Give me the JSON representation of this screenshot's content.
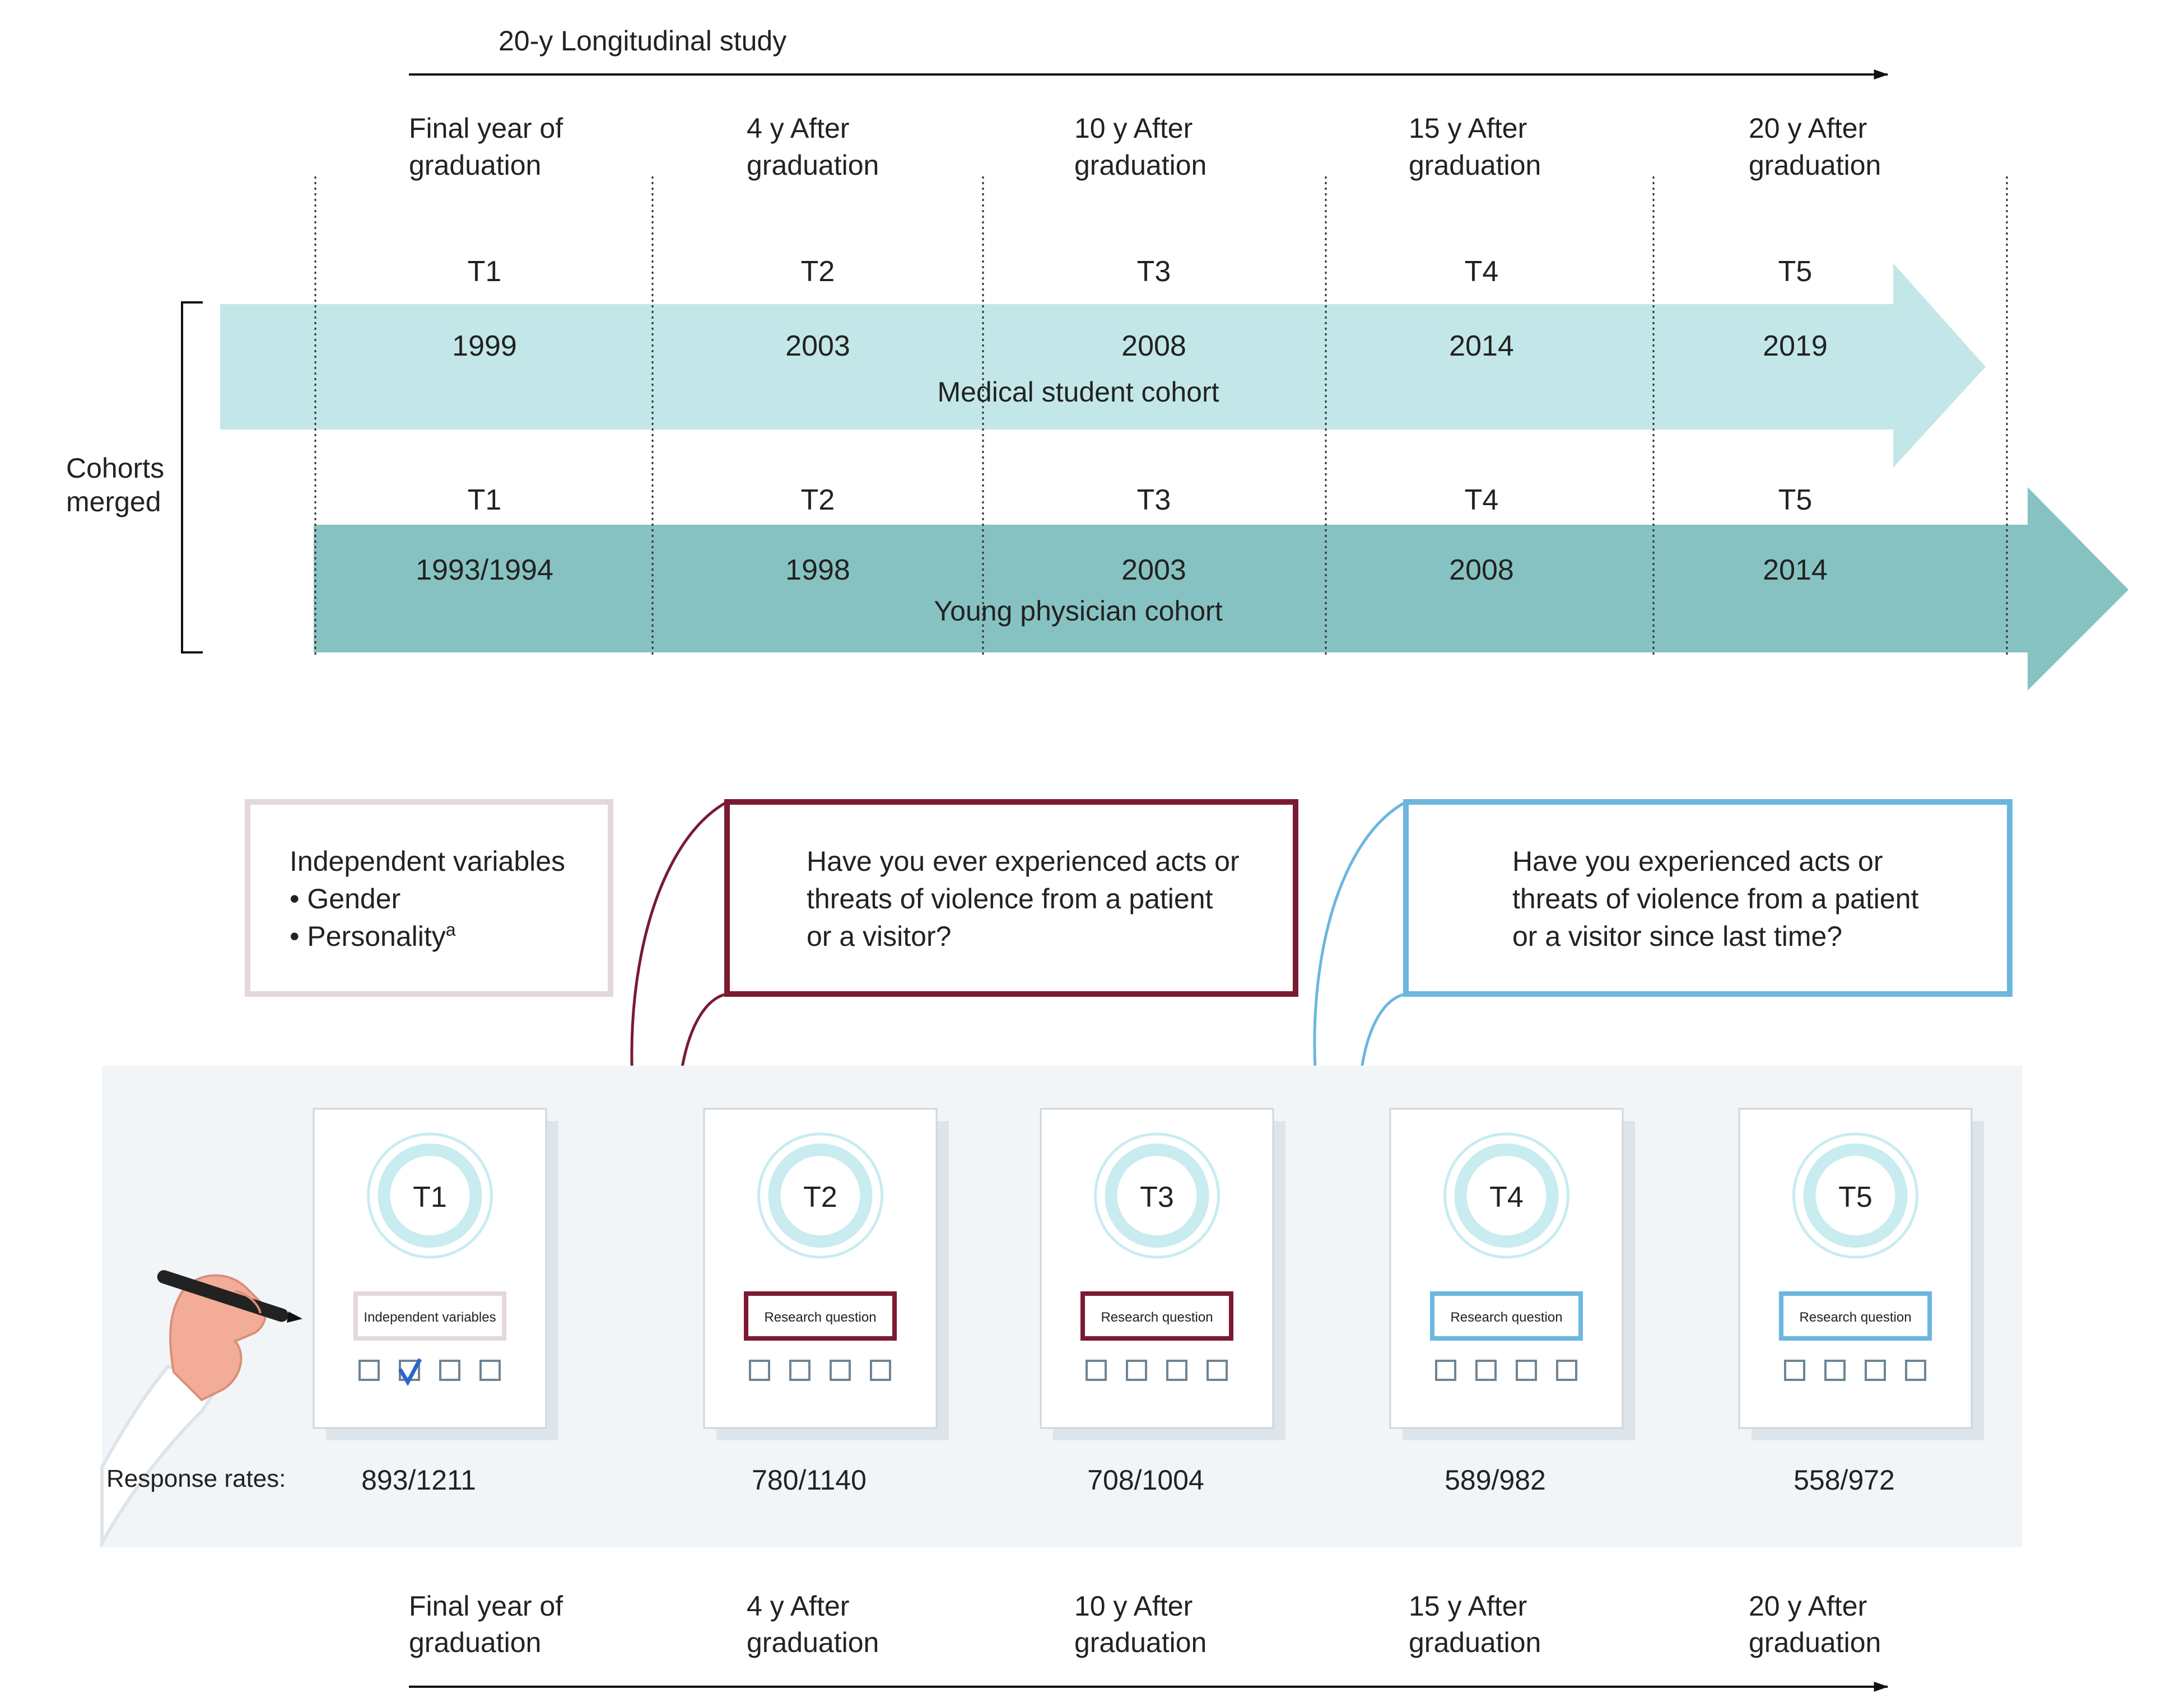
{
  "study": {
    "title": "20-y Longitudinal study"
  },
  "timepoints": [
    {
      "id": "T1",
      "label_line1": "Final year of",
      "label_line2": "graduation",
      "med_year": "1999",
      "phys_year": "1993/1994",
      "form_box": "Independent variables",
      "response_rate": "893/1211",
      "box_style": "independent"
    },
    {
      "id": "T2",
      "label_line1": "4 y After",
      "label_line2": "graduation",
      "med_year": "2003",
      "phys_year": "1998",
      "form_box": "Research question",
      "response_rate": "780/1140",
      "box_style": "ever"
    },
    {
      "id": "T3",
      "label_line1": "10 y After",
      "label_line2": "graduation",
      "med_year": "2008",
      "phys_year": "2003",
      "form_box": "Research question",
      "response_rate": "708/1004",
      "box_style": "ever"
    },
    {
      "id": "T4",
      "label_line1": "15 y After",
      "label_line2": "graduation",
      "med_year": "2014",
      "phys_year": "2008",
      "form_box": "Research question",
      "response_rate": "589/982",
      "box_style": "since"
    },
    {
      "id": "T5",
      "label_line1": "20 y After",
      "label_line2": "graduation",
      "med_year": "2019",
      "phys_year": "2014",
      "form_box": "Research question",
      "response_rate": "558/972",
      "box_style": "since"
    }
  ],
  "cohorts": {
    "merged_line1": "Cohorts",
    "merged_line2": "merged",
    "medical_student": "Medical student cohort",
    "young_physician": "Young physician cohort"
  },
  "independent_box": {
    "title": "Independent variables",
    "items": [
      "• Gender",
      "• Personality"
    ],
    "footnote_mark": "a"
  },
  "question_ever": {
    "lines": [
      "Have you ever experienced acts or",
      "threats of violence from a patient",
      "or a visitor?"
    ]
  },
  "question_since": {
    "lines": [
      "Have you experienced acts or",
      "threats of violence from a patient",
      "or a visitor since last time?"
    ]
  },
  "response_rates_label": "Response rates:",
  "colors": {
    "med_arrow": "#c3e7e8",
    "phys_arrow": "#87c2c2",
    "independent_border": "#e3d8df",
    "ever_border": "#7b1a33",
    "since_border": "#6cb6e0",
    "panel_bg": "#f1f5f8",
    "ring": "#c8ecf0"
  }
}
